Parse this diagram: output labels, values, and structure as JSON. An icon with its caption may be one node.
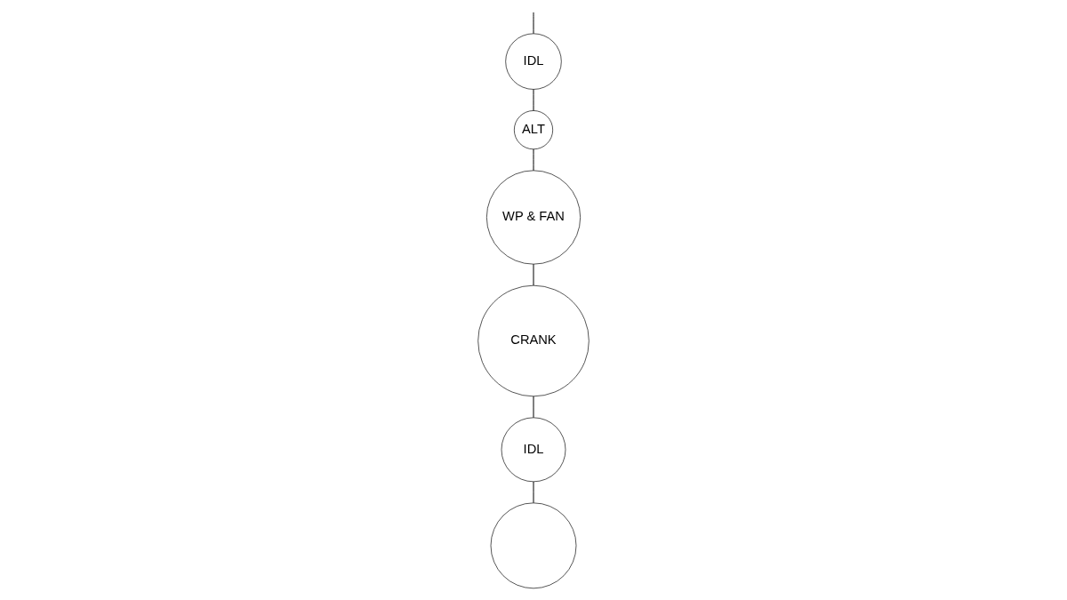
{
  "diagram": {
    "nodes": [
      {
        "text": [
          "IDL"
        ]
      },
      {
        "text": [
          "ALT"
        ]
      },
      {
        "text": [
          "WP & FAN"
        ]
      },
      {
        "text": [],
        "shape": "circle"
      },
      {
        "text": [
          "IDL"
        ]
      },
      {
        "text": [
          "CRANK"
        ]
      }
    ],
    "edges": [
      {
        "from": null,
        "to": 0,
        "arrow": "none"
      },
      {
        "from": 0,
        "to": 1,
        "arrow": "none"
      },
      {
        "from": 1,
        "to": 2,
        "arrow": "none"
      },
      {
        "from": 2,
        "to": 5,
        "arrow": "none"
      },
      {
        "from": 5,
        "to": 4,
        "arrow": "none"
      },
      {
        "from": 4,
        "to": 3,
        "arrow": "none"
      }
    ]
  }
}
